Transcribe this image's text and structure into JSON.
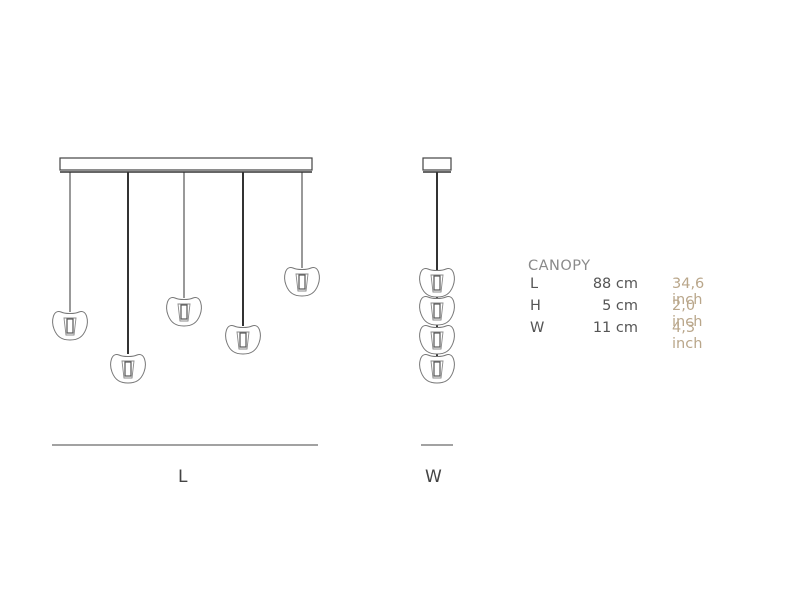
{
  "dimension_labels": {
    "length": "L",
    "width": "W"
  },
  "spec": {
    "title": "CANOPY",
    "rows": [
      {
        "key": "L",
        "cm": "88 cm",
        "inch": "34,6 inch"
      },
      {
        "key": "H",
        "cm": "5 cm",
        "inch": "2,0 inch"
      },
      {
        "key": "W",
        "cm": "11 cm",
        "inch": "4,3 inch"
      }
    ]
  },
  "colors": {
    "line": "#333333",
    "shade": "#777777",
    "inch_text": "#b9a68a",
    "label_text": "#555555"
  }
}
